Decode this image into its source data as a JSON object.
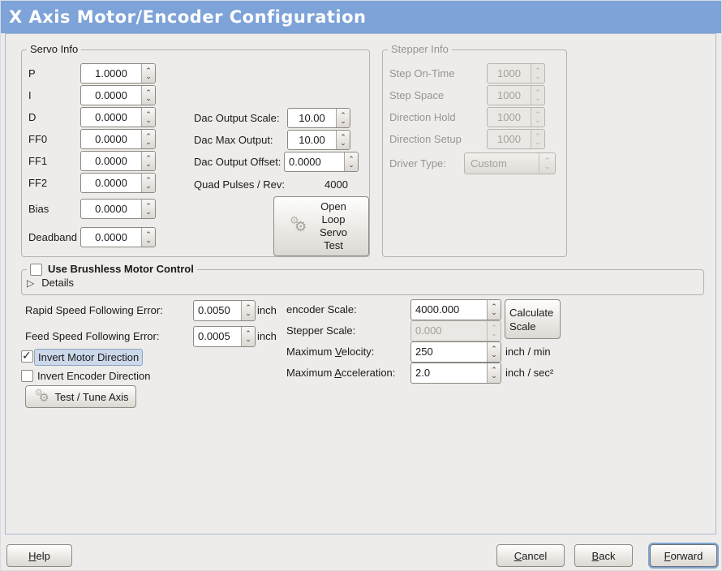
{
  "title": "X Axis Motor/Encoder Configuration",
  "colors": {
    "titlebar_bg": "#7da3d8",
    "window_bg": "#eeecea",
    "focus_highlight_bg": "#ccd9ea",
    "focus_ring": "#7fa3cf"
  },
  "servo_info": {
    "legend": "Servo Info",
    "rows": [
      {
        "label": "P",
        "value": "1.0000"
      },
      {
        "label": "I",
        "value": "0.0000"
      },
      {
        "label": "D",
        "value": "0.0000"
      },
      {
        "label": "FF0",
        "value": "0.0000"
      },
      {
        "label": "FF1",
        "value": "0.0000"
      },
      {
        "label": "FF2",
        "value": "0.0000"
      },
      {
        "label": "Bias",
        "value": "0.0000"
      },
      {
        "label": "Deadband",
        "value": "0.0000"
      }
    ],
    "dac": [
      {
        "label": "Dac Output Scale:",
        "value": "10.00"
      },
      {
        "label": "Dac Max Output:",
        "value": "10.00"
      },
      {
        "label": "Dac Output Offset:",
        "value": "0.0000"
      }
    ],
    "quad_pulses_label": "Quad Pulses / Rev:",
    "quad_pulses_value": "4000",
    "open_loop_button_label": "Open Loop Servo Test"
  },
  "stepper_info": {
    "legend": "Stepper Info",
    "rows": [
      {
        "label": "Step On-Time",
        "value": "1000"
      },
      {
        "label": "Step Space",
        "value": "1000"
      },
      {
        "label": "Direction Hold",
        "value": "1000"
      },
      {
        "label": "Direction Setup",
        "value": "1000"
      }
    ],
    "driver_type_label": "Driver Type:",
    "driver_type_value": "Custom"
  },
  "brushless": {
    "checkbox_label": "Use Brushless Motor Control",
    "checked": false,
    "details_label": "Details",
    "expander_arrow": "▷"
  },
  "following_error": [
    {
      "label": "Rapid Speed Following Error:",
      "value": "0.0050",
      "unit": "inch"
    },
    {
      "label": "Feed Speed Following Error:",
      "value": "0.0005",
      "unit": "inch"
    }
  ],
  "scale_section": {
    "encoder": {
      "label": "encoder Scale:",
      "value": "4000.000"
    },
    "stepper": {
      "label": "Stepper Scale:",
      "value": "0.000"
    },
    "velocity": {
      "label": "Maximum Velocity:",
      "mnemonic_index": 8,
      "value": "250",
      "unit": "inch / min"
    },
    "acceleration": {
      "label": "Maximum Acceleration:",
      "mnemonic_index": 8,
      "value": "2.0",
      "unit": "inch / sec²"
    },
    "calculate_button_label": "Calculate Scale"
  },
  "direction": {
    "invert_motor": {
      "label": "Invert Motor Direction",
      "checked": true
    },
    "invert_encoder": {
      "label": "Invert Encoder Direction",
      "checked": false
    },
    "test_tune_button_label": "Test / Tune Axis"
  },
  "footer": {
    "help": {
      "label": "Help",
      "mnemonic_index": 0
    },
    "cancel": {
      "label": "Cancel",
      "mnemonic_index": 0
    },
    "back": {
      "label": "Back",
      "mnemonic_index": 0
    },
    "forward": {
      "label": "Forward",
      "mnemonic_index": 0
    }
  },
  "icons": {
    "gear": "⚙",
    "spin_up": "⌃",
    "spin_down": "⌄"
  }
}
